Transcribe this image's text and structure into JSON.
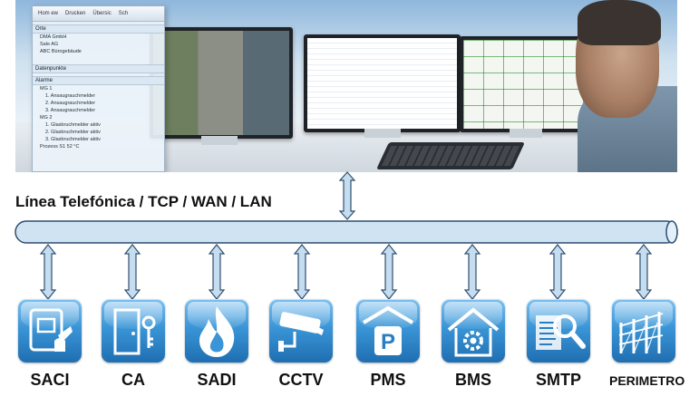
{
  "header": {
    "title": "Línea Telefónica / TCP / WAN / LAN"
  },
  "software_window": {
    "toolbar": [
      "Hom ew",
      "Drucken",
      "Übersic",
      "Sch"
    ],
    "sections": [
      {
        "title": "Orte",
        "rows": [
          "DMA GmbH",
          "Sale AG",
          "ABC Bürogebäude"
        ]
      },
      {
        "title": "Datenpunkte",
        "rows": []
      },
      {
        "title": "Alarme",
        "rows": [
          "MG 1",
          "1. Ansaugrauchmelder",
          "2. Ansaugrauchmelder",
          "3. Ansaugrauchmelder",
          "MG 2",
          "1. Glasbruchmelder aktiv",
          "2. Glasbruchmelder aktiv",
          "3. Glasbruchmelder aktiv",
          "Prozess S1 52 °C"
        ]
      }
    ]
  },
  "systems": [
    {
      "label": "SACI",
      "icon": "fire-alarm-manual-station-icon"
    },
    {
      "label": "CA",
      "icon": "access-control-door-key-icon"
    },
    {
      "label": "SADI",
      "icon": "flame-icon"
    },
    {
      "label": "CCTV",
      "icon": "security-camera-icon"
    },
    {
      "label": "PMS",
      "icon": "parking-icon"
    },
    {
      "label": "BMS",
      "icon": "building-gear-icon"
    },
    {
      "label": "SMTP",
      "icon": "document-magnifier-icon"
    },
    {
      "label": "PERIMETRO",
      "icon": "perimeter-fence-icon"
    }
  ],
  "colors": {
    "bus_fill": "#cfe3f3",
    "bus_stroke": "#2f4f6f",
    "arrow_fill": "#c6dcef",
    "tile_top": "#7cc0f0",
    "tile_bottom": "#1f6fb2"
  }
}
